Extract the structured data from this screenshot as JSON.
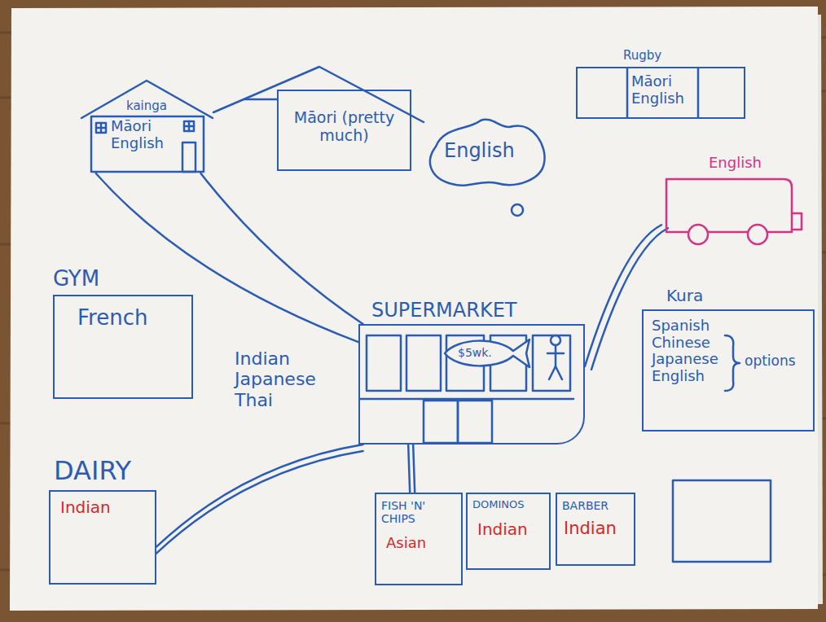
{
  "diagram": {
    "nodes": [
      {
        "text": [
          "kainga",
          "Māori English"
        ]
      },
      {
        "text": [
          "Māori (pretty much)"
        ]
      },
      {
        "text": [
          "English"
        ]
      },
      {
        "text": [
          "Rugby",
          "Māori English"
        ]
      },
      {
        "text": [
          "English"
        ]
      },
      {
        "text": [
          "GYM",
          "French"
        ]
      },
      {
        "text": [
          "SUPERMARKET"
        ]
      },
      {
        "text": [
          "$5wk."
        ],
        "in": 6
      },
      {
        "text": [
          "Kura",
          "Spanish Chinese Japanese English",
          "options"
        ]
      },
      {
        "text": [
          "DAIRY",
          "Indian"
        ]
      },
      {
        "text": [
          "FISH 'N' CHIPS",
          "Asian"
        ]
      },
      {
        "text": [
          "DOMINOS",
          "Indian"
        ]
      },
      {
        "text": [
          "BARBER",
          "Indian"
        ]
      }
    ],
    "edges": [
      {
        "from": 0,
        "to": 6,
        "arrow": "none"
      },
      {
        "from": 0,
        "to": 6,
        "arrow": "none"
      },
      {
        "from": 6,
        "to": 4,
        "arrow": "none"
      },
      {
        "from": 6,
        "to": 9,
        "arrow": "none"
      },
      {
        "from": 6,
        "to": 10,
        "arrow": "none"
      }
    ],
    "labels": [
      "Indian Japanese Thai"
    ]
  }
}
